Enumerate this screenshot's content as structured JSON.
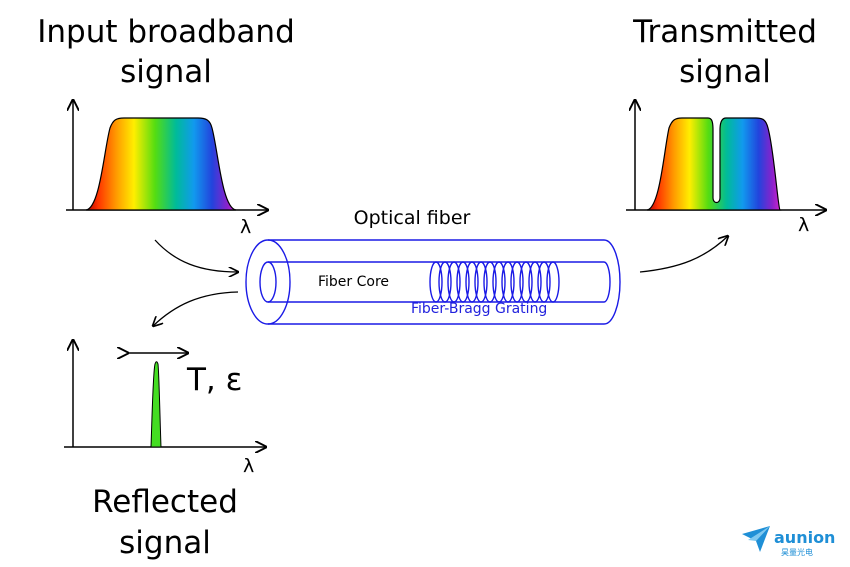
{
  "labels": {
    "input_line1": "Input broadband",
    "input_line2": "signal",
    "transmitted_line1": "Transmitted",
    "transmitted_line2": "signal",
    "reflected_line1": "Reflected",
    "reflected_line2": "signal",
    "optical_fiber": "Optical fiber",
    "fiber_core": "Fiber Core",
    "fiber_bragg_grating": "Fiber-Bragg Grating",
    "lambda": "λ",
    "t_epsilon": "T, ε"
  },
  "logo": {
    "name": "aunion",
    "sub": "昊量光电"
  },
  "colors": {
    "fiber": "#1a1ae6",
    "grating_text": "#2222dd",
    "reflected_peak": "#44dd22",
    "logo": "#1f8fd6"
  }
}
